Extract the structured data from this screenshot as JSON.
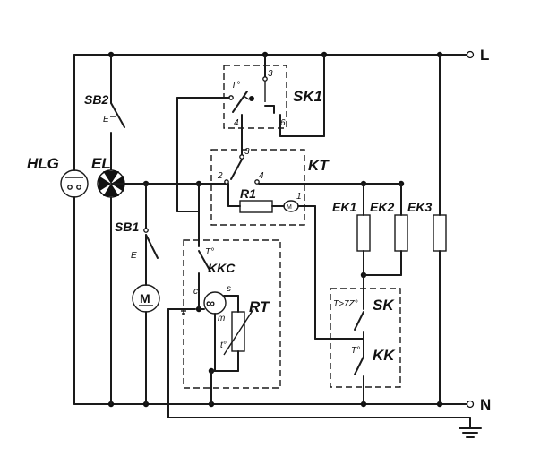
{
  "rails": {
    "line": "L",
    "neutral": "N"
  },
  "labels": {
    "hlg": "HLG",
    "el": "EL",
    "sb2": "SB2",
    "sb1": "SB1",
    "sk1": "SK1",
    "kt": "KT",
    "kkc": "KKC",
    "rt": "RT",
    "ek1": "EK1",
    "ek2": "EK2",
    "ek3": "EK3",
    "sk": "SK",
    "kk": "KK",
    "r1": "R1",
    "motor_m": "M",
    "motor_small": "M",
    "compressor": "∞",
    "kkc_s": "s",
    "kkc_c": "c",
    "kkc_m": "m",
    "sk1_temp": "T°",
    "kkc_temp": "T°",
    "kk_temp": "T°",
    "rt_temp": "t°",
    "sk_cond": "T>7Z°",
    "sk1_t3": "3",
    "sk1_t4": "4",
    "sk1_t6": "6",
    "kt_t2": "2",
    "kt_t3": "3",
    "kt_t4": "4",
    "kt_t1": "1",
    "sb2_e": "E",
    "sb1_e": "E"
  }
}
